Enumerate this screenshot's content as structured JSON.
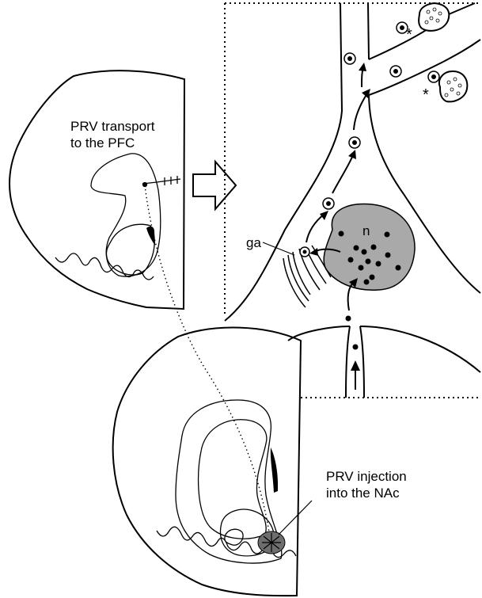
{
  "labels": {
    "transport_line1": "PRV transport",
    "transport_line2": "to the PFC",
    "injection_line1": "PRV injection",
    "injection_line2": "into the NAc",
    "golgi": "ga",
    "nucleus": "n",
    "synapse_mark_1": "*",
    "synapse_mark_2": "*"
  },
  "colors": {
    "ink": "#000000",
    "nucleus_fill": "#a9a9a9",
    "injection_fill": "#6e6e6e",
    "arrow_fill": "#ffffff"
  }
}
